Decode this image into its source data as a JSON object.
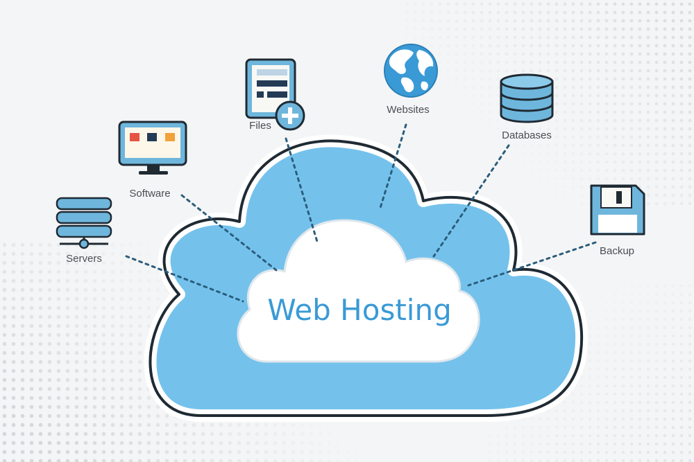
{
  "diagram": {
    "title": "Web Hosting",
    "nodes": [
      {
        "id": "servers",
        "label": "Servers",
        "icon": "server-stack-icon"
      },
      {
        "id": "software",
        "label": "Software",
        "icon": "monitor-icon"
      },
      {
        "id": "files",
        "label": "Files",
        "icon": "file-add-icon"
      },
      {
        "id": "websites",
        "label": "Websites",
        "icon": "globe-icon"
      },
      {
        "id": "databases",
        "label": "Databases",
        "icon": "database-icon"
      },
      {
        "id": "backup",
        "label": "Backup",
        "icon": "floppy-disk-icon"
      }
    ]
  },
  "colors": {
    "cloud": "#74c2ec",
    "inner_cloud": "#ffffff",
    "accent": "#3a9ad6",
    "icon_fill": "#6fb6dc",
    "outline": "#1f2a33",
    "connector": "#2b5d7c"
  }
}
